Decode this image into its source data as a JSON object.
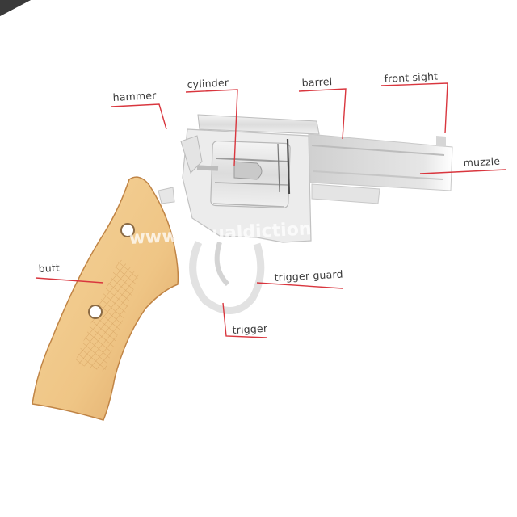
{
  "diagram": {
    "labels": {
      "hammer": "hammer",
      "cylinder": "cylinder",
      "barrel": "barrel",
      "front_sight": "front sight",
      "muzzle": "muzzle",
      "butt": "butt",
      "trigger_guard": "trigger guard",
      "trigger": "trigger"
    },
    "watermark": "www.visualdictionary.com"
  },
  "colors": {
    "background": "#3a3a3a",
    "card": "#ffffff",
    "leader_line": "#d9363e",
    "label_text": "#3a3a3a",
    "metal": "#d8d8d8",
    "metal_shadow": "#a8a8a8",
    "wood": "#f0c98a",
    "wood_shadow": "#d9a25e"
  }
}
